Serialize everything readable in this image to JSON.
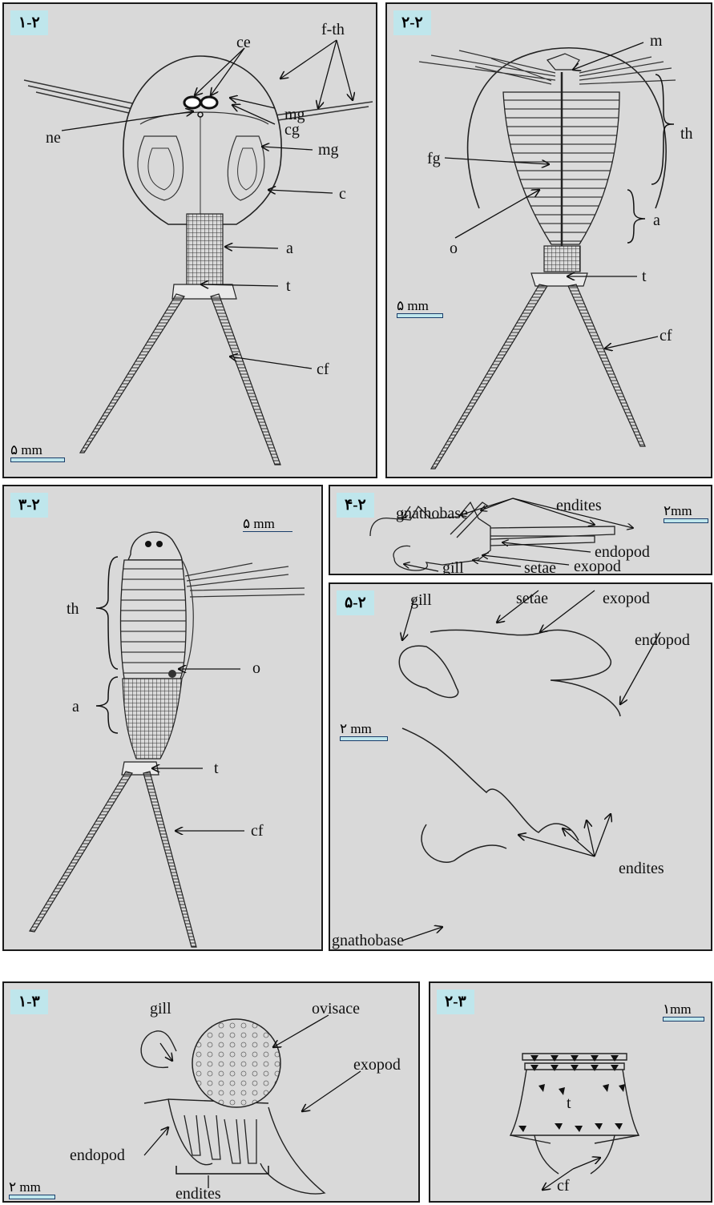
{
  "panels": {
    "p12": {
      "badge": "۱-۲",
      "scale": "۵ mm",
      "labels": {
        "ce": "ce",
        "fth": "f-th",
        "ne": "ne",
        "mg1": "mg",
        "cg": "cg",
        "mg2": "mg",
        "c": "c",
        "a": "a",
        "t": "t",
        "cf": "cf"
      }
    },
    "p22": {
      "badge": "۲-۲",
      "scale": "۵ mm",
      "labels": {
        "m": "m",
        "th": "th",
        "fg": "fg",
        "a": "a",
        "o": "o",
        "t": "t",
        "cf": "cf"
      }
    },
    "p32": {
      "badge": "۳-۲",
      "scale": "۵ mm",
      "labels": {
        "th": "th",
        "o": "o",
        "a": "a",
        "t": "t",
        "cf": "cf"
      }
    },
    "p42": {
      "badge": "۴-۲",
      "scale": "۲mm",
      "labels": {
        "gnathobase": "gnathobase",
        "endites": "endites",
        "endopod": "endopod",
        "exopod": "exopod",
        "gill": "gill",
        "setae": "setae"
      }
    },
    "p52": {
      "badge": "۵-۲",
      "scale": "۲ mm",
      "labels": {
        "gill": "gill",
        "setae": "setae",
        "exopod": "exopod",
        "endopod": "endopod",
        "endites": "endites",
        "gnathobase": "gnathobase"
      }
    },
    "p13": {
      "badge": "۱-۳",
      "scale": "۲ mm",
      "labels": {
        "gill": "gill",
        "ovisace": "ovisace",
        "exopod": "exopod",
        "endopod": "endopod",
        "endites": "endites"
      }
    },
    "p23": {
      "badge": "۲-۳",
      "scale": "۱mm",
      "labels": {
        "t": "t",
        "cf": "cf"
      }
    }
  }
}
